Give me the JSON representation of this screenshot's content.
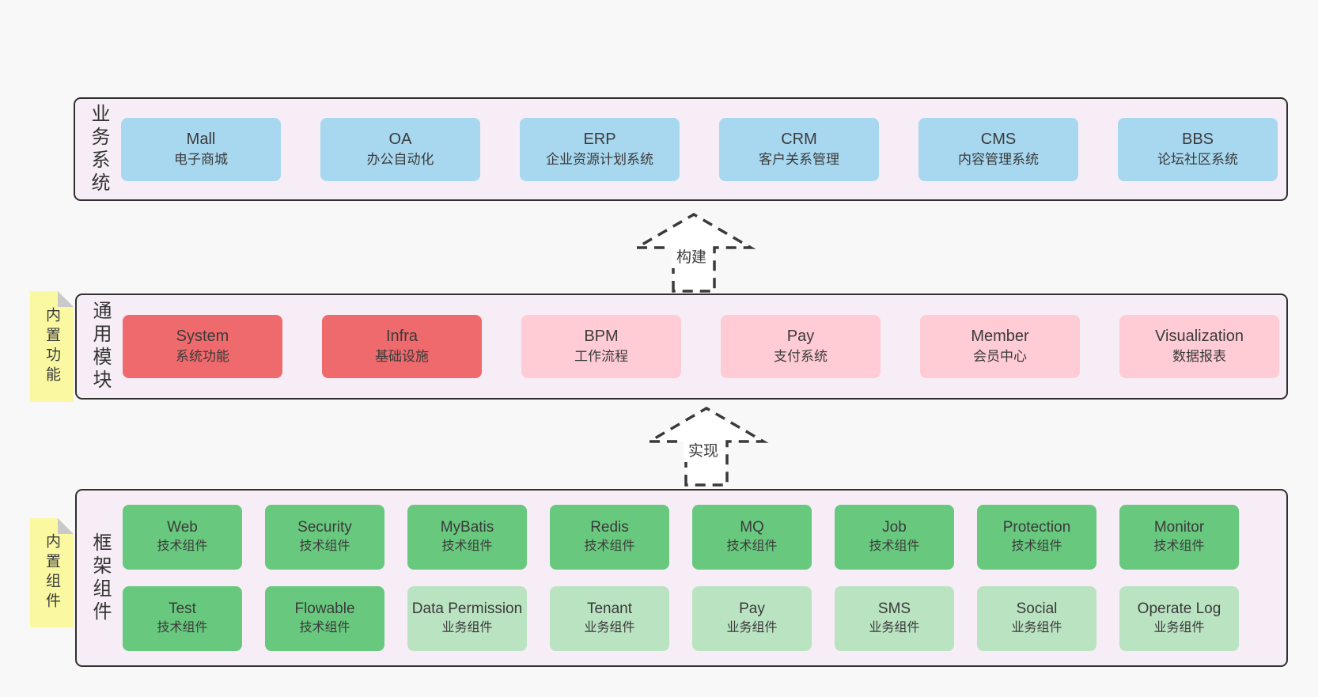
{
  "colors": {
    "page_bg": "#f8f8f8",
    "container_bg": "#f7edf6",
    "container_border": "#303030",
    "box_blue": "#a8d8f0",
    "box_red": "#ef6a6c",
    "box_pink": "#ffccd5",
    "box_green": "#68c97e",
    "box_light_green": "#bae3c2",
    "tag_yellow": "#fbf8a2",
    "text": "#3a3a3a"
  },
  "sections": {
    "business": {
      "label": "业务系统",
      "boxes": [
        {
          "name": "Mall",
          "desc": "电子商城"
        },
        {
          "name": "OA",
          "desc": "办公自动化"
        },
        {
          "name": "ERP",
          "desc": "企业资源计划系统"
        },
        {
          "name": "CRM",
          "desc": "客户关系管理"
        },
        {
          "name": "CMS",
          "desc": "内容管理系统"
        },
        {
          "name": "BBS",
          "desc": "论坛社区系统"
        }
      ]
    },
    "modules": {
      "label": "通用模块",
      "tag": "内置功能",
      "boxes": [
        {
          "name": "System",
          "desc": "系统功能"
        },
        {
          "name": "Infra",
          "desc": "基础设施"
        },
        {
          "name": "BPM",
          "desc": "工作流程"
        },
        {
          "name": "Pay",
          "desc": "支付系统"
        },
        {
          "name": "Member",
          "desc": "会员中心"
        },
        {
          "name": "Visualization",
          "desc": "数据报表"
        }
      ]
    },
    "framework": {
      "label": "框架组件",
      "tag": "内置组件",
      "row1": [
        {
          "name": "Web",
          "desc": "技术组件"
        },
        {
          "name": "Security",
          "desc": "技术组件"
        },
        {
          "name": "MyBatis",
          "desc": "技术组件"
        },
        {
          "name": "Redis",
          "desc": "技术组件"
        },
        {
          "name": "MQ",
          "desc": "技术组件"
        },
        {
          "name": "Job",
          "desc": "技术组件"
        },
        {
          "name": "Protection",
          "desc": "技术组件"
        },
        {
          "name": "Monitor",
          "desc": "技术组件"
        }
      ],
      "row2": [
        {
          "name": "Test",
          "desc": "技术组件"
        },
        {
          "name": "Flowable",
          "desc": "技术组件"
        },
        {
          "name": "Data Permission",
          "desc": "业务组件"
        },
        {
          "name": "Tenant",
          "desc": "业务组件"
        },
        {
          "name": "Pay",
          "desc": "业务组件"
        },
        {
          "name": "SMS",
          "desc": "业务组件"
        },
        {
          "name": "Social",
          "desc": "业务组件"
        },
        {
          "name": "Operate Log",
          "desc": "业务组件"
        }
      ]
    }
  },
  "arrows": {
    "build": "构建",
    "implement": "实现"
  }
}
